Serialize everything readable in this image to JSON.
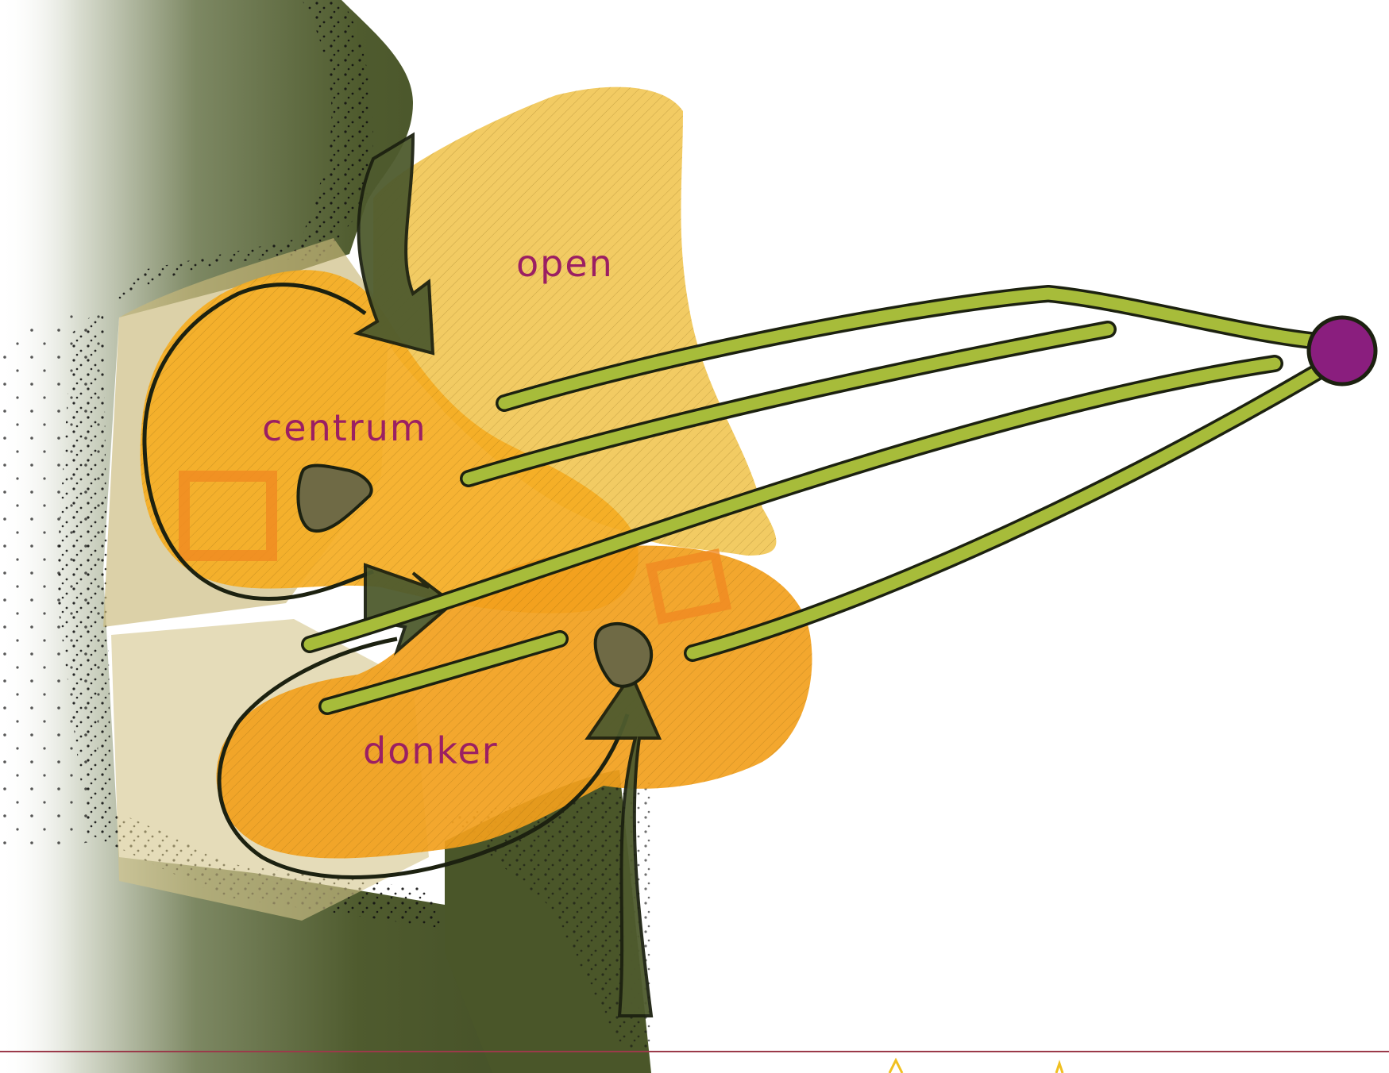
{
  "labels": {
    "open": "open",
    "centrum": "centrum",
    "donker": "donker"
  },
  "colors": {
    "label": "#9b1f63",
    "landscape": "#4f5b2e",
    "zone_open": "#f1c552",
    "zone_centrum": "#f5ac22",
    "zone_donker": "#f2a01c",
    "connector": "#a7bc3a",
    "outline": "#1c2110",
    "hub": "#8a1e7e",
    "node": "#6f6a45",
    "bottom_rule": "#9b3a4a",
    "accent_mark": "#f0c020"
  },
  "icons": {
    "hub": "hub-circle",
    "node_centrum": "blob-node",
    "node_donker": "blob-node",
    "arrows": "flow-arrow"
  }
}
